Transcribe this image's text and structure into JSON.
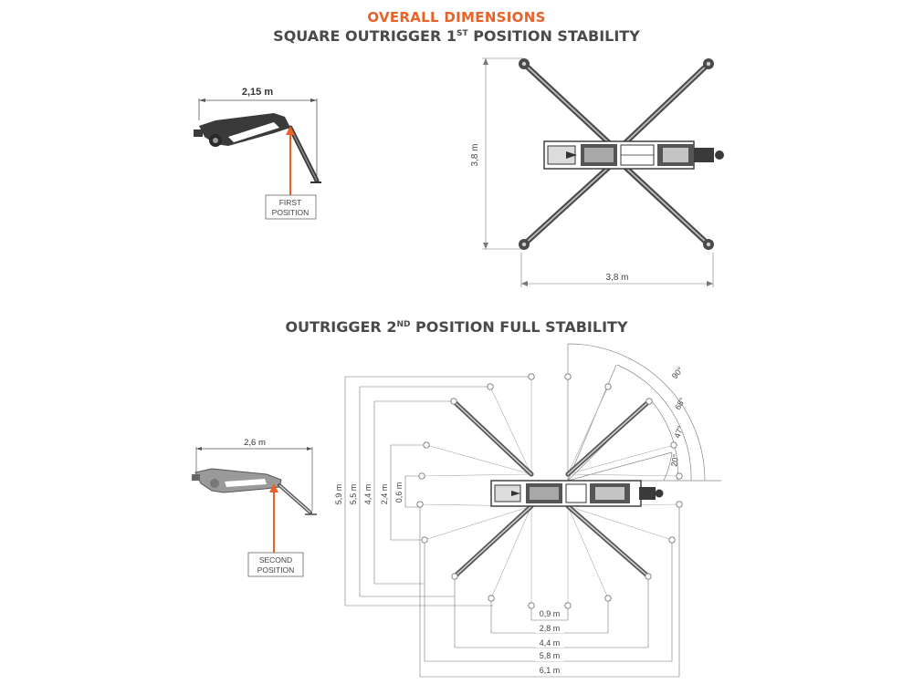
{
  "header": {
    "title": "OVERALL DIMENSIONS"
  },
  "section1": {
    "title_pre": "SQUARE OUTRIGGER 1",
    "title_sup": "ST",
    "title_post": " POSITION STABILITY",
    "side_width": "2,15 m",
    "position_label_line1": "FIRST",
    "position_label_line2": "POSITION",
    "top_height": "3,8 m",
    "top_width": "3,8 m"
  },
  "section2": {
    "title_pre": "OUTRIGGER 2",
    "title_sup": "ND",
    "title_post": " POSITION FULL STABILITY",
    "side_width": "2,6 m",
    "position_label_line1": "SECOND",
    "position_label_line2": "POSITION",
    "angles": [
      "90°",
      "68°",
      "47°",
      "20°"
    ],
    "heights": [
      "5,9 m",
      "5,5 m",
      "4,4 m",
      "2,4 m",
      "0,6 m"
    ],
    "widths": [
      "0,9 m",
      "2,8 m",
      "4,4 m",
      "5,8 m",
      "6,1 m"
    ]
  },
  "colors": {
    "accent": "#e8622a",
    "title": "#4a4a4a",
    "machine": "#3a3a3a",
    "line": "#777777"
  }
}
